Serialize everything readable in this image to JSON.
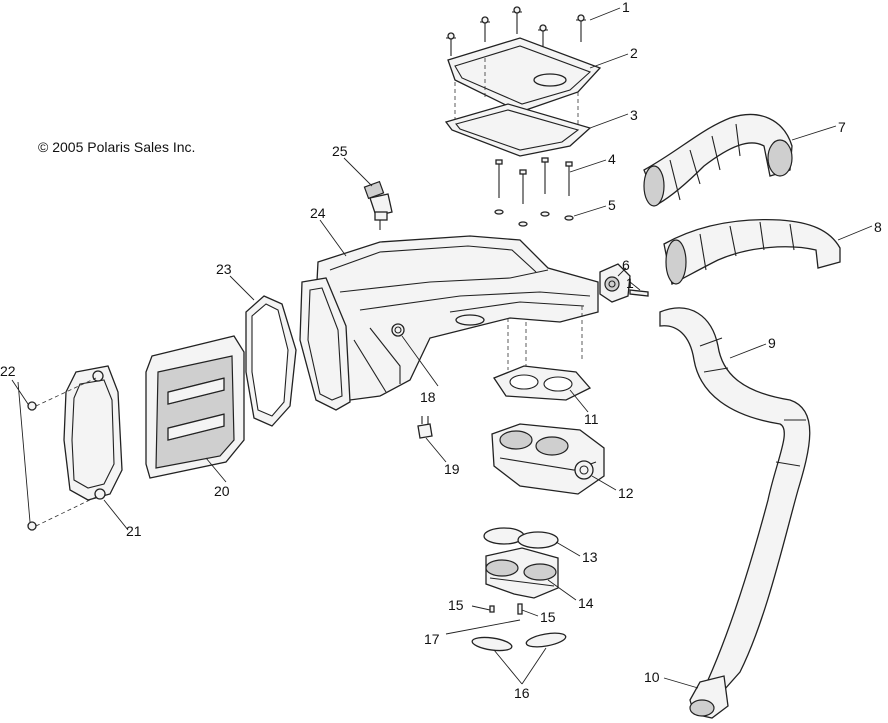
{
  "copyright": "© 2005 Polaris Sales Inc.",
  "callouts": {
    "c1a": "1",
    "c1b": "1",
    "c2": "2",
    "c3": "3",
    "c4": "4",
    "c5": "5",
    "c6": "6",
    "c7": "7",
    "c8": "8",
    "c9": "9",
    "c10": "10",
    "c11": "11",
    "c12": "12",
    "c13": "13",
    "c14": "14",
    "c15a": "15",
    "c15b": "15",
    "c16": "16",
    "c17": "17",
    "c18": "18",
    "c19": "19",
    "c20": "20",
    "c21": "21",
    "c22": "22",
    "c23": "23",
    "c24": "24",
    "c25": "25"
  }
}
